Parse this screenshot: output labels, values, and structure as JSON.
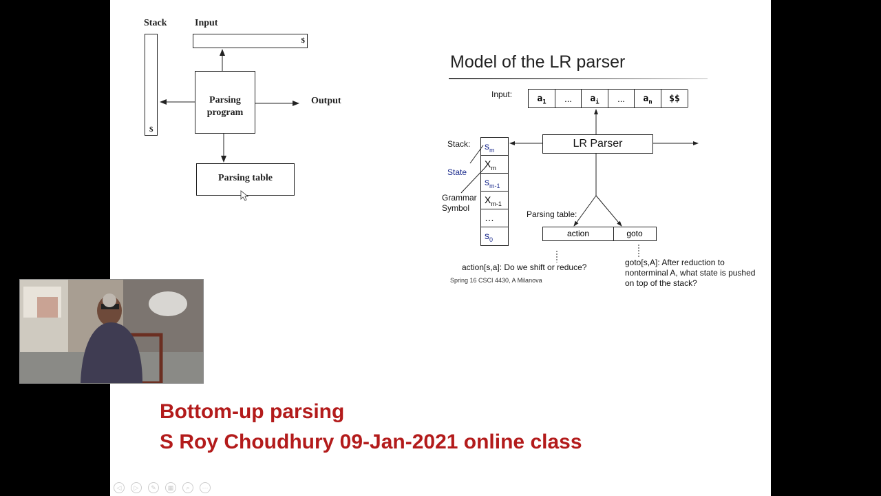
{
  "left_diagram": {
    "stack_label": "Stack",
    "input_label": "Input",
    "input_end_marker": "$",
    "stack_bottom_marker": "$",
    "program_label_line1": "Parsing",
    "program_label_line2": "program",
    "output_label": "Output",
    "table_label": "Parsing table"
  },
  "right_diagram": {
    "title": "Model of the LR parser",
    "input_label": "Input:",
    "input_cells": [
      "a",
      "...",
      "a",
      "...",
      "a",
      "$$"
    ],
    "input_subscripts": [
      "1",
      "",
      "i",
      "",
      "n",
      ""
    ],
    "stack_label": "Stack:",
    "state_label": "State",
    "grammar_symbol_label1": "Grammar",
    "grammar_symbol_label2": "Symbol",
    "parser_label": "LR Parser",
    "stack_cells": [
      {
        "main": "s",
        "sub": "m"
      },
      {
        "main": "X",
        "sub": "m"
      },
      {
        "main": "s",
        "sub": "m-1"
      },
      {
        "main": "X",
        "sub": "m-1"
      },
      {
        "main": "…",
        "sub": ""
      },
      {
        "main": "s",
        "sub": "0"
      }
    ],
    "parsing_table_label": "Parsing table:",
    "action_label": "action",
    "goto_label": "goto",
    "action_note": "action[s,a]: Do we shift or reduce?",
    "goto_note_line1": "goto[s,A]: After reduction to",
    "goto_note_line2": "nonterminal A, what state is pushed",
    "goto_note_line3": "on top of the stack?",
    "credit": "Spring 16 CSCI 4430, A Milanova"
  },
  "footer": {
    "line1": "Bottom-up parsing",
    "line2": "S Roy Choudhury  09-Jan-2021 online class"
  },
  "colors": {
    "footer_red": "#b31b1b",
    "state_blue": "#1a2a8c"
  }
}
